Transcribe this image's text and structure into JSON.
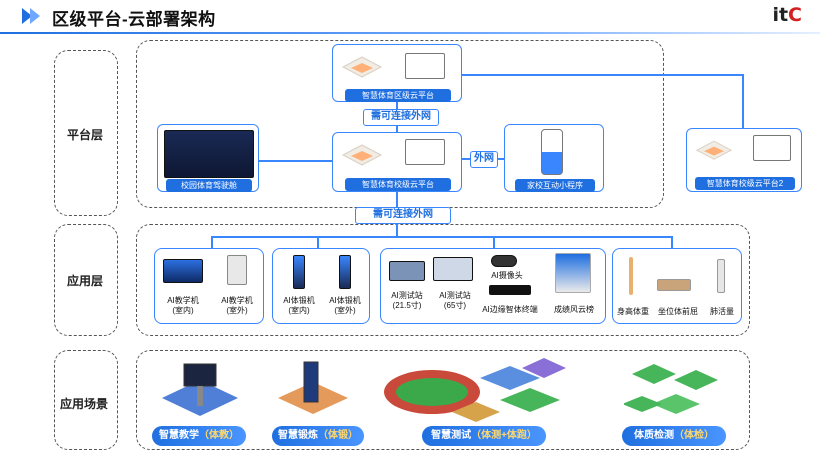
{
  "header": {
    "title": "区级平台-云部署架构",
    "brand_i": "i",
    "brand_t": "t",
    "brand_c": "C"
  },
  "layers": {
    "platform": "平台层",
    "application": "应用层",
    "scene": "应用场景"
  },
  "platform": {
    "district_cloud": "智慧体育区级云平台",
    "need_net_1": "需可连接外网",
    "school_cloud": "智慧体育校级云平台",
    "cockpit": "校园体育驾驶舱",
    "external_net": "外网",
    "miniprogram": "家校互动小程序",
    "school_cloud_2": "智慧体育校级云平台2",
    "need_net_2": "需可连接外网"
  },
  "apps": {
    "teach_indoor": "AI教学机\n(室内)",
    "teach_outdoor": "AI教学机\n(室外)",
    "train_indoor": "AI体锻机\n(室内)",
    "train_outdoor": "AI体锻机\n(室外)",
    "station_21": "AI测试站\n(21.5寸)",
    "station_65": "AI测试站\n(65寸)",
    "camera": "AI摄像头",
    "edge_terminal": "AI边缘智体终端",
    "score_board": "成绩风云榜",
    "height_weight": "身高体重",
    "sit_reach": "坐位体前屈",
    "lung": "肺活量"
  },
  "scenes": {
    "teaching_main": "智慧教学",
    "teaching_hl": "（体教）",
    "training_main": "智慧锻炼",
    "training_hl": "（体锻）",
    "testing_main": "智慧测试",
    "testing_hl": "（体测+体跑）",
    "fitness_main": "体质检测",
    "fitness_hl": "（体检）"
  },
  "colors": {
    "accent": "#1f6fe0",
    "line": "#3a86ff",
    "highlight": "#ffd86b"
  }
}
